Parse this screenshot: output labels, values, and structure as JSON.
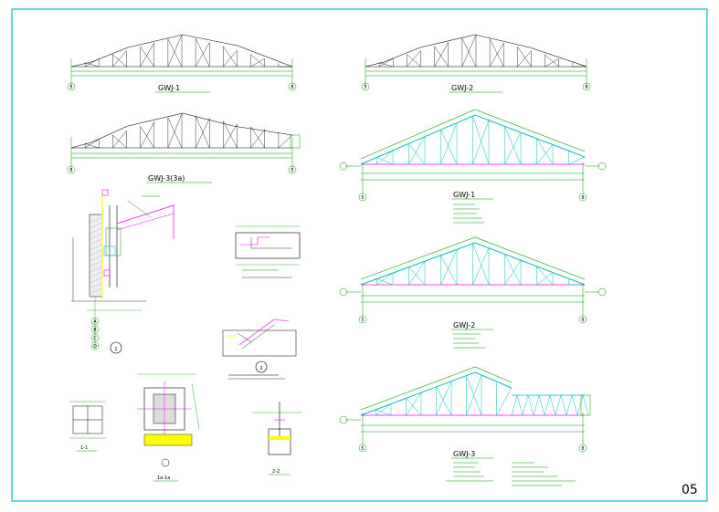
{
  "sheet_number": "05",
  "elevations": {
    "gwj1": {
      "caption": "GWJ-1",
      "axis_left": "5",
      "axis_right": "8"
    },
    "gwj2": {
      "caption": "GWJ-2",
      "axis_left": "5",
      "axis_right": "8"
    },
    "gwj3": {
      "caption": "GWJ-3(3a)",
      "axis_left": "8",
      "axis_right": "5"
    }
  },
  "trusses": {
    "t1": {
      "caption": "GWJ-1",
      "axis_left": "5",
      "axis_right": "8"
    },
    "t2": {
      "caption": "GWJ-2",
      "axis_left": "5",
      "axis_right": "8"
    },
    "t3": {
      "caption": "GWJ-3",
      "axis_left": "5",
      "axis_right": "8"
    }
  },
  "details": {
    "node1": {
      "marker": "1",
      "axes": [
        "A",
        "B",
        "C",
        "D"
      ]
    },
    "node2": {
      "marker": "2"
    },
    "section_11": {
      "caption": "1-1"
    },
    "section_1a": {
      "caption": "1a-1a"
    },
    "section_22": {
      "caption": "2-2"
    }
  },
  "colors": {
    "frame": "#00c0c0",
    "axis": "#00a000",
    "truss_web": "#00c0c0",
    "truss_chord": "#ff00ff",
    "dimension": "#00b000",
    "highlight": "#ffff00"
  }
}
